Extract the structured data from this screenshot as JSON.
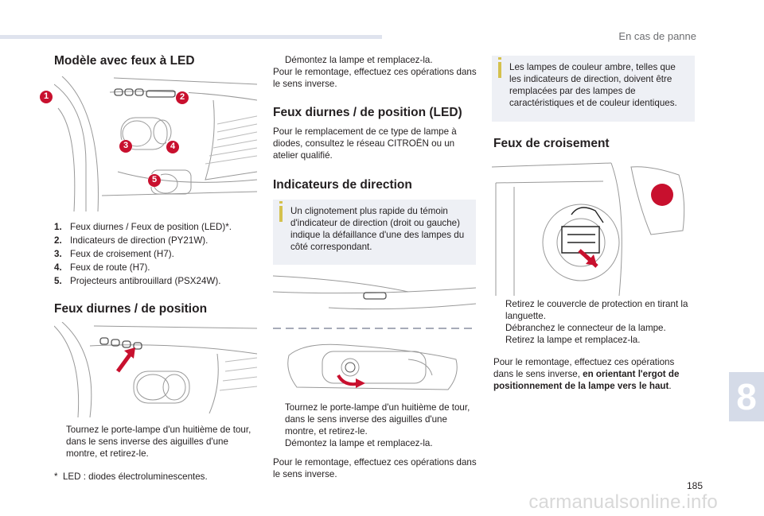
{
  "header": {
    "section": "En cas de panne",
    "chapter": "8",
    "page": "185"
  },
  "footer": {
    "watermark": "carmanualsonline.info"
  },
  "col1": {
    "title1": "Modèle avec feux à LED",
    "callouts": [
      "1",
      "2",
      "3",
      "4",
      "5"
    ],
    "list": [
      {
        "n": "1.",
        "t": "Feux diurnes / Feux de position (LED)*."
      },
      {
        "n": "2.",
        "t": "Indicateurs de direction (PY21W)."
      },
      {
        "n": "3.",
        "t": "Feux de croisement (H7)."
      },
      {
        "n": "4.",
        "t": "Feux de route (H7)."
      },
      {
        "n": "5.",
        "t": "Projecteurs antibrouillard (PSX24W)."
      }
    ],
    "title2": "Feux diurnes / de position",
    "step": "Tournez le porte-lampe d'un huitième de tour, dans le sens inverse des aiguilles d'une montre, et retirez-le.",
    "footnote_mark": "*",
    "footnote": "LED : diodes électroluminescentes."
  },
  "col2": {
    "step0": "Démontez la lampe et remplacez-la.",
    "reassembly0": "Pour le remontage, effectuez ces opérations dans le sens inverse.",
    "title_led": "Feux diurnes / de position (LED)",
    "led_text": "Pour le remplacement de ce type de lampe à diodes, consultez le réseau CITROËN ou un atelier qualifié.",
    "title_ind": "Indicateurs de direction",
    "note": "Un clignotement plus rapide du témoin d'indicateur de direction (droit ou gauche) indique la défaillance d'une des lampes du côté correspondant.",
    "step1": "Tournez le porte-lampe d'un huitième de tour, dans le sens inverse des aiguilles d'une montre, et retirez-le.",
    "step2": "Démontez la lampe et remplacez-la.",
    "reassembly": "Pour le remontage, effectuez ces opérations dans le sens inverse."
  },
  "col3": {
    "note": "Les lampes de couleur ambre, telles que les indicateurs de direction, doivent être remplacées par des lampes de caractéristiques et de couleur identiques.",
    "title": "Feux de croisement",
    "steps": [
      "Retirez le couvercle de protection en tirant la languette.",
      "Débranchez le connecteur de la lampe.",
      "Retirez la lampe et remplacez-la."
    ],
    "reassembly_plain": "Pour le remontage, effectuez ces opérations dans le sens inverse, ",
    "reassembly_bold": "en orientant l'ergot de positionnement de la lampe vers le haut",
    "reassembly_end": "."
  },
  "bullet_glyph": "",
  "colors": {
    "accent_red": "#c8102e",
    "note_bg": "#eef0f5",
    "info_bar": "#d4c14d",
    "tab": "#d5dbe8"
  }
}
